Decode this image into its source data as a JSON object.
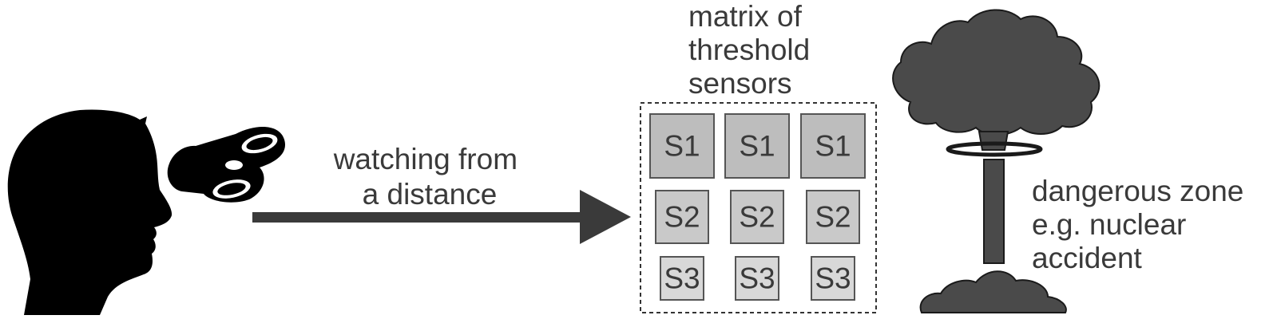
{
  "observer": {
    "caption_lines": [
      "watching from",
      "a distance"
    ]
  },
  "sensor_matrix": {
    "title_lines": [
      "matrix of",
      "threshold",
      "sensors"
    ],
    "rows": [
      {
        "label": "S1",
        "count": 3
      },
      {
        "label": "S2",
        "count": 3
      },
      {
        "label": "S3",
        "count": 3
      }
    ]
  },
  "hazard": {
    "caption_lines": [
      "dangerous zone",
      "e.g. nuclear",
      "accident"
    ]
  },
  "colors": {
    "silhouette": "#000000",
    "arrow": "#3a3a3a",
    "cloud": "#4a4a4a",
    "text": "#3a3a3a",
    "sensor_row_1": "#bdbdbd",
    "sensor_row_2": "#c9c9c9",
    "sensor_row_3": "#d8d8d8",
    "sensor_border": "#555555"
  }
}
